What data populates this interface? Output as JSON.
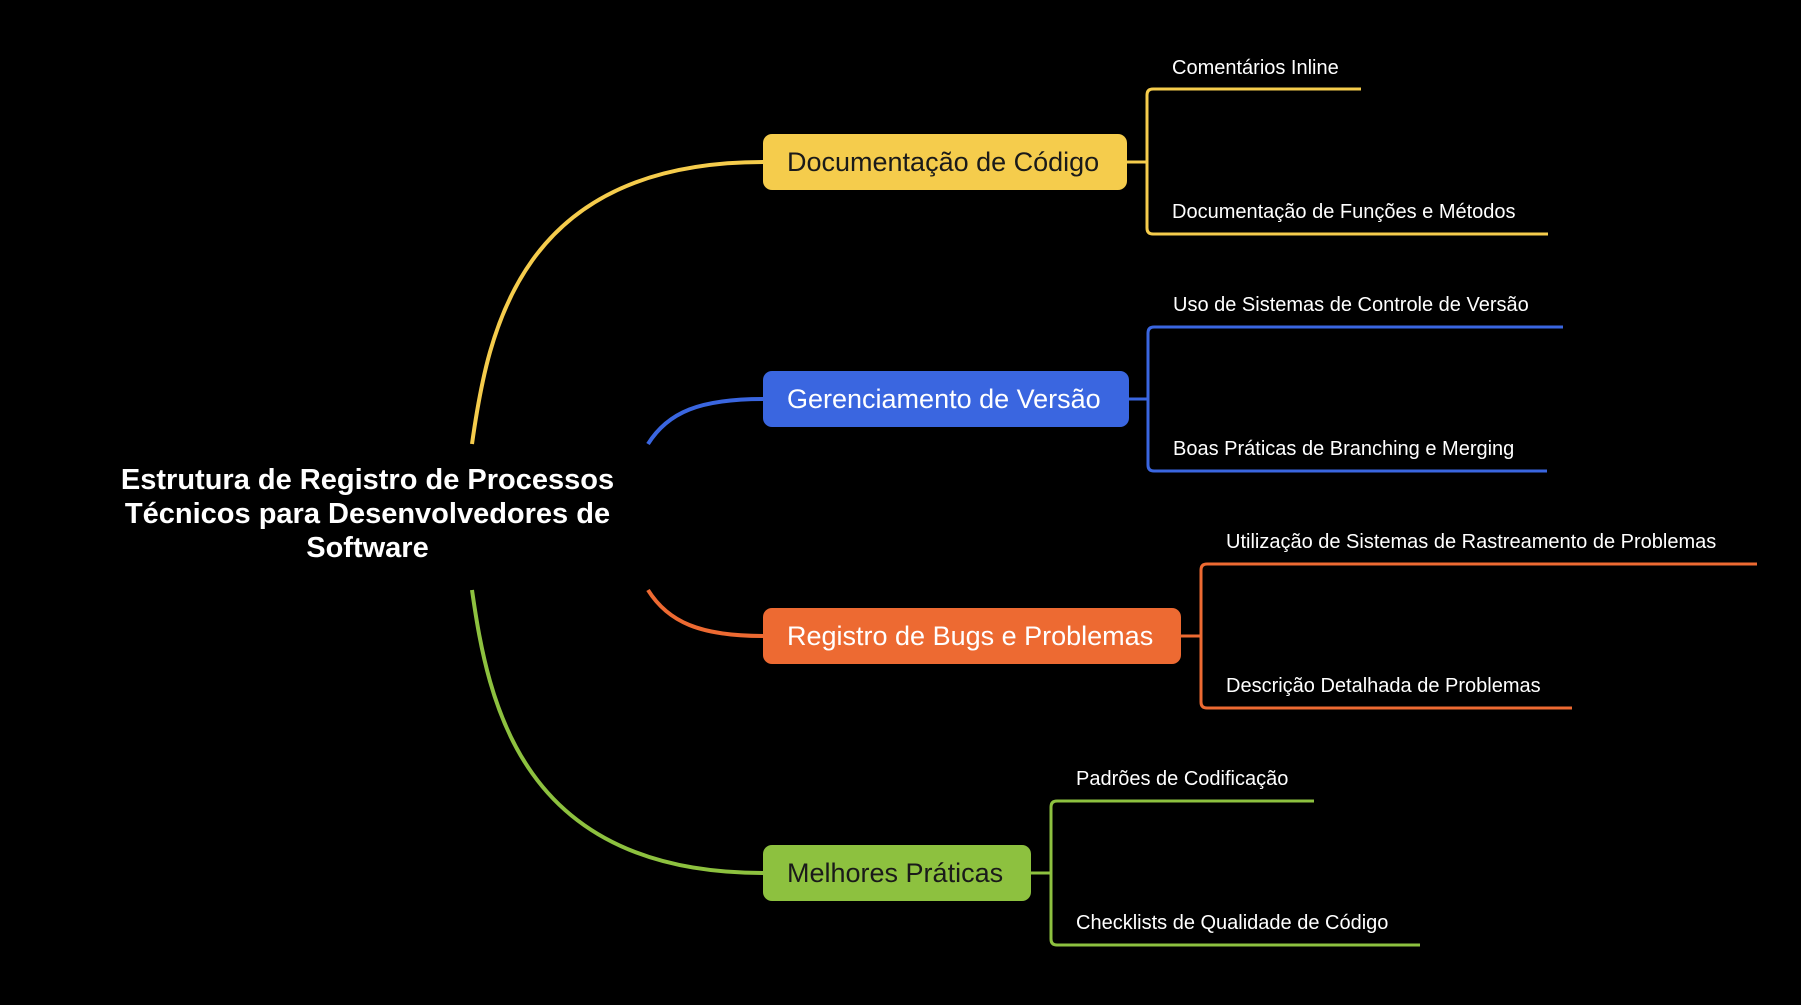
{
  "root": {
    "title": "Estrutura de Registro de Processos Técnicos para Desenvolvedores de Software"
  },
  "branches": [
    {
      "label": "Documentação de Código",
      "color": "#f5cc4c",
      "text_color": "#1a1a1a",
      "children": [
        "Comentários Inline",
        "Documentação de Funções e Métodos"
      ]
    },
    {
      "label": "Gerenciamento de Versão",
      "color": "#3a66e0",
      "text_color": "#ffffff",
      "children": [
        "Uso de Sistemas de Controle de Versão",
        "Boas Práticas de Branching e Merging"
      ]
    },
    {
      "label": "Registro de Bugs e Problemas",
      "color": "#ed6a32",
      "text_color": "#ffffff",
      "children": [
        "Utilização de Sistemas de Rastreamento de Problemas",
        "Descrição Detalhada de Problemas"
      ]
    },
    {
      "label": "Melhores Práticas",
      "color": "#8dc13f",
      "text_color": "#1a1a1a",
      "children": [
        "Padrões de Codificação",
        "Checklists de Qualidade de Código"
      ]
    }
  ]
}
